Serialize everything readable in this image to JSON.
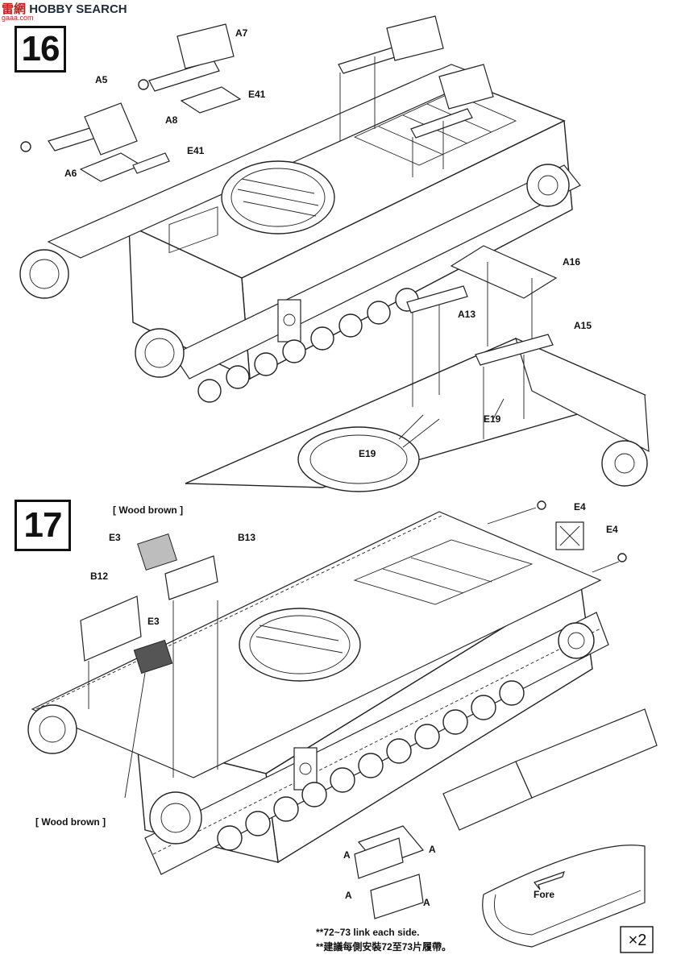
{
  "watermark": {
    "brand_cn": "雷",
    "brand_logo": "網",
    "brand_en": "HOBBY SEARCH",
    "url": "gaaa.com"
  },
  "step16": {
    "number": "16",
    "labels": {
      "a7": "A7",
      "e41_top": "E41",
      "a5": "A5",
      "a8": "A8",
      "e41_mid": "E41",
      "a6": "A6",
      "a16": "A16",
      "a13": "A13",
      "a15": "A15",
      "e19_right": "E19",
      "e19_left": "E19"
    }
  },
  "step17": {
    "number": "17",
    "labels": {
      "wood_top": "[ Wood brown ]",
      "e3_top": "E3",
      "b13": "B13",
      "b12": "B12",
      "e3_mid": "E3",
      "wood_bottom": "[ Wood brown ]",
      "e4_top": "E4",
      "e4_right": "E4",
      "a_1": "A",
      "a_2": "A",
      "a_3": "A",
      "a_4": "A",
      "fore": "Fore"
    },
    "note_en": "**72~73 link each side.",
    "note_cn": "**建議每側安裝72至73片履帶。",
    "multiplier": "×2"
  }
}
